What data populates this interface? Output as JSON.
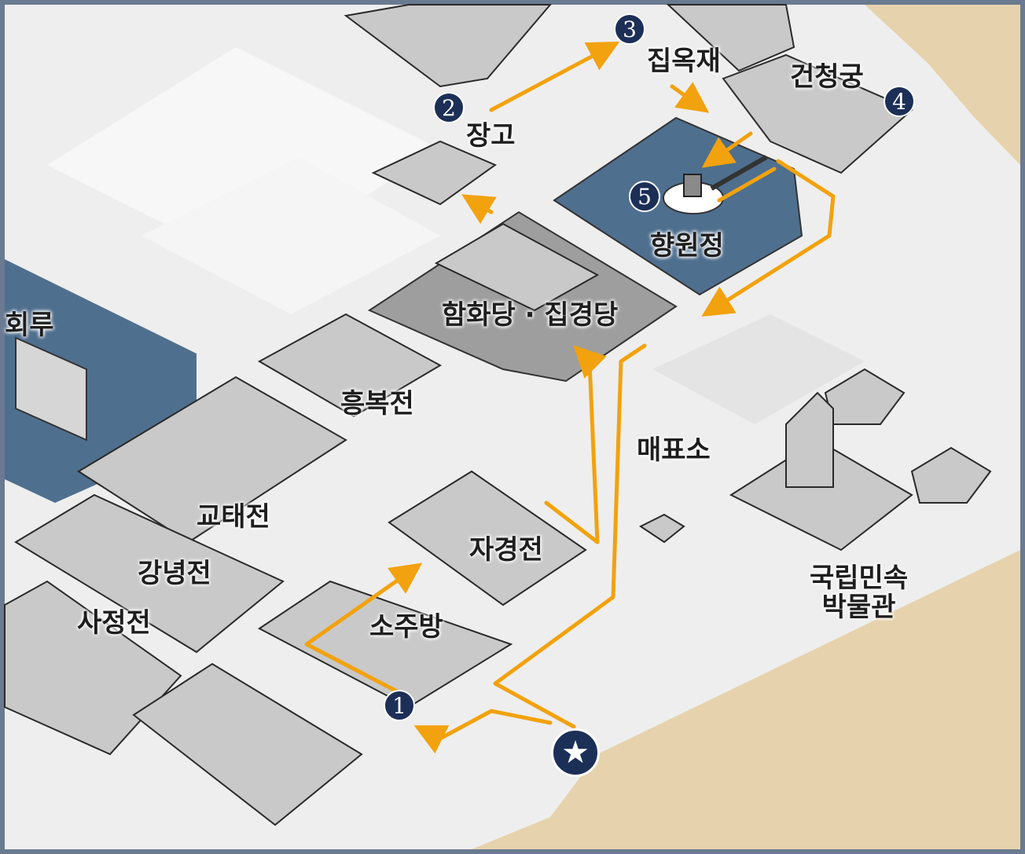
{
  "map": {
    "colors": {
      "ground": "#eeeeee",
      "border_sand": "#e6d3ad",
      "frame": "#6a7a90",
      "water": "#4f6f8f",
      "courtyard": "#bdbdbd",
      "roof": "#8a8a8a",
      "route": "#f2a20e",
      "marker": "#1c2f57"
    },
    "labels": {
      "gyeonghoeru": "회루",
      "jipokjae": "집옥재",
      "geoncheonggung": "건청궁",
      "janggo": "장고",
      "hyangwonjeong": "향원정",
      "hamhwadang": "함화당 · 집경당",
      "heungbokjeon": "흥복전",
      "maepyoso": "매표소",
      "gyotaejeon": "교태전",
      "jagyeongjeon": "자경전",
      "gangnyeongjeon": "강녕전",
      "sojubang": "소주방",
      "sajeongjeon": "사정전",
      "museum_line1": "국립민속",
      "museum_line2": "박물관"
    },
    "markers": {
      "m1": "1",
      "m2": "2",
      "m3": "3",
      "m4": "4",
      "m5": "5",
      "start": "★"
    }
  }
}
